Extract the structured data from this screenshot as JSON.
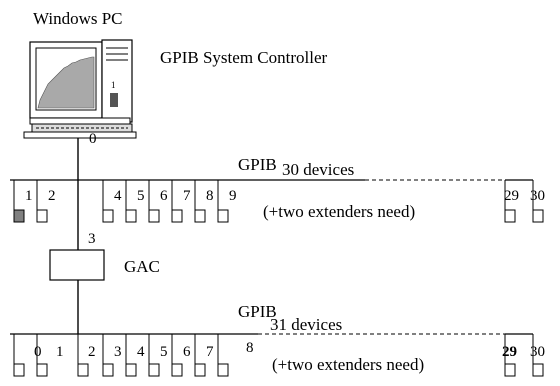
{
  "computer_label": "Windows PC",
  "controller_label": "GPIB System Controller",
  "controller_address": "0",
  "gac_label": "GAC",
  "gac_address": "3",
  "bus1": {
    "name": "GPIB",
    "count_label": "30 devices",
    "note": "(+two extenders need)",
    "addresses": [
      "1",
      "2",
      "4",
      "5",
      "6",
      "7",
      "8",
      "9",
      "29",
      "30"
    ]
  },
  "bus2": {
    "name": "GPIB",
    "count_label": "31 devices",
    "note": "(+two extenders need)",
    "addresses": [
      "0",
      "1",
      "2",
      "3",
      "4",
      "5",
      "6",
      "7",
      "8",
      "29",
      "30"
    ]
  },
  "colors": {
    "line": "#000000",
    "screen_fill": "#a9a9a9",
    "highlight_device": "#808080"
  }
}
